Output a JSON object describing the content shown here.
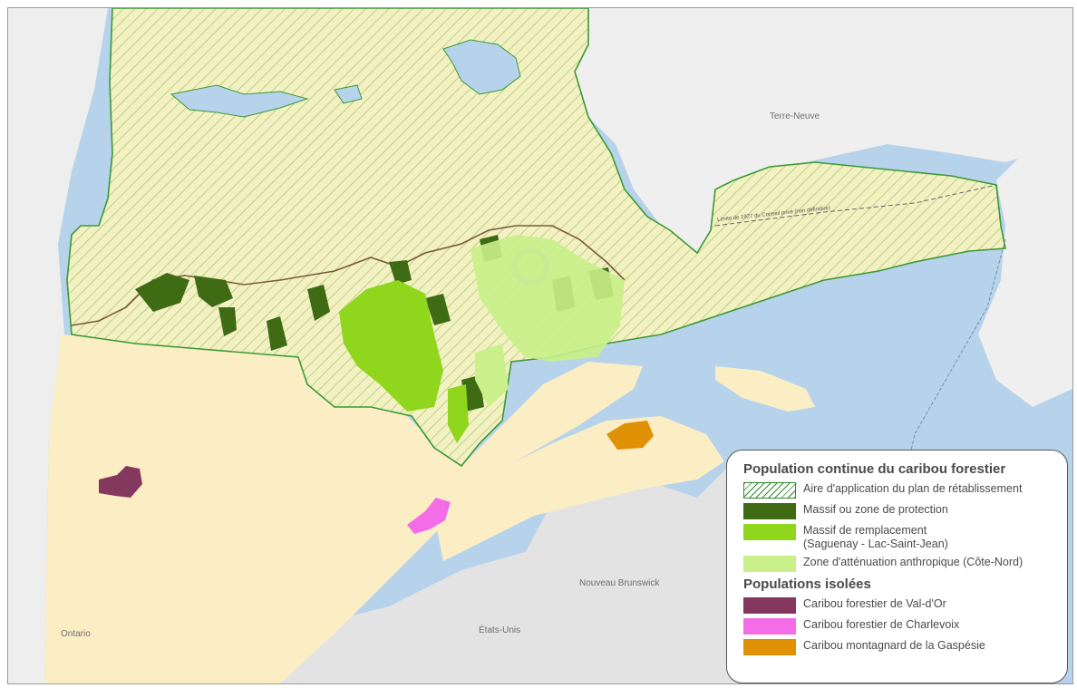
{
  "places": {
    "newfoundland": "Terre-Neuve",
    "new_brunswick": "Nouveau Brunswick",
    "usa": "États-Unis",
    "ontario": "Ontario"
  },
  "boundary_note": "Limite de 1927 du Conseil privé (non définitive)",
  "legend": {
    "section_continuous": "Population continue du caribou forestier",
    "section_isolated": "Populations isolées",
    "items_continuous": [
      {
        "label": "Aire d'application du plan de rétablissement",
        "label2": "",
        "color": "#2f8a2f",
        "fill": "hatch"
      },
      {
        "label": "Massif ou zone de protection",
        "label2": "",
        "color": "#3f6b14",
        "fill": "solid"
      },
      {
        "label": "Massif de remplacement",
        "label2": "(Saguenay - Lac-Saint-Jean)",
        "color": "#8fd61c",
        "fill": "solid"
      },
      {
        "label": "Zone d'atténuation anthropique (Côte-Nord)",
        "label2": "",
        "color": "#c9f08a",
        "fill": "solid"
      }
    ],
    "items_isolated": [
      {
        "label": "Caribou forestier de Val-d'Or",
        "color": "#84385e"
      },
      {
        "label": "Caribou forestier de Charlevoix",
        "color": "#f46ce6"
      },
      {
        "label": "Caribou montagnard de la Gaspésie",
        "color": "#e09106"
      }
    ]
  },
  "colors": {
    "water": "#b7d3ec",
    "land_quebec": "#fbeec5",
    "land_other": "#eeeeee",
    "recovery_area_fill": "#f3f0c2",
    "recovery_area_border": "#3a9a34",
    "habitat_boundary": "#7a5a3a"
  }
}
